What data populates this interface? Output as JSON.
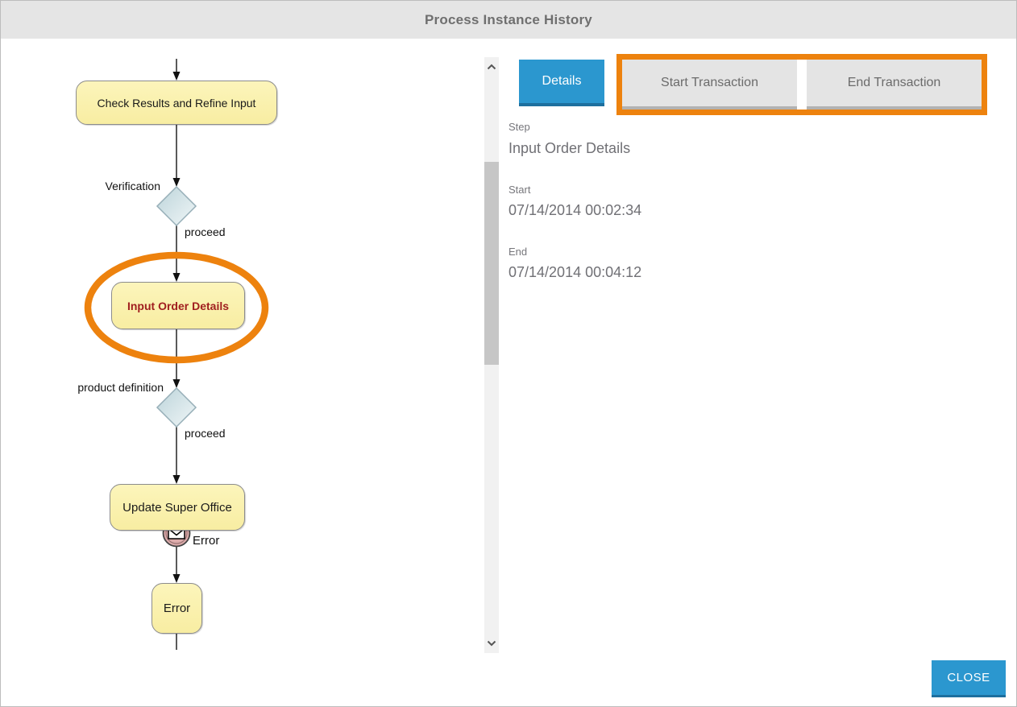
{
  "window": {
    "title": "Process Instance History"
  },
  "tabs": {
    "details": "Details",
    "start_transaction": "Start Transaction",
    "end_transaction": "End Transaction",
    "active": "Details"
  },
  "details_panel": {
    "step_label": "Step",
    "step_value": "Input Order Details",
    "start_label": "Start",
    "start_value": "07/14/2014 00:02:34",
    "end_label": "End",
    "end_value": "07/14/2014 00:04:12"
  },
  "footer": {
    "close_label": "CLOSE"
  },
  "flowchart": {
    "task_check": "Check Results and Refine Input",
    "gateway_verification": "Verification",
    "edge_proceed_1": "proceed",
    "task_input": "Input Order Details",
    "gateway_product_definition": "product definition",
    "edge_proceed_2": "proceed",
    "task_update": "Update Super Office",
    "boundary_error": "Error",
    "task_error": "Error",
    "selected_task": "Input Order Details"
  },
  "colors": {
    "accent_blue": "#2b97cf",
    "accent_blue_dark": "#1d6f9e",
    "highlight_orange": "#ed820e",
    "task_yellow": "#f8eda2",
    "selected_text_red": "#a01f1f",
    "titlebar_gray": "#e5e5e5",
    "gateway_blue": "#c3d9df"
  },
  "icons": {
    "scroll_up": "chevron-up",
    "scroll_down": "chevron-down",
    "message_boundary": "envelope",
    "cursor": "hand-pointer"
  }
}
